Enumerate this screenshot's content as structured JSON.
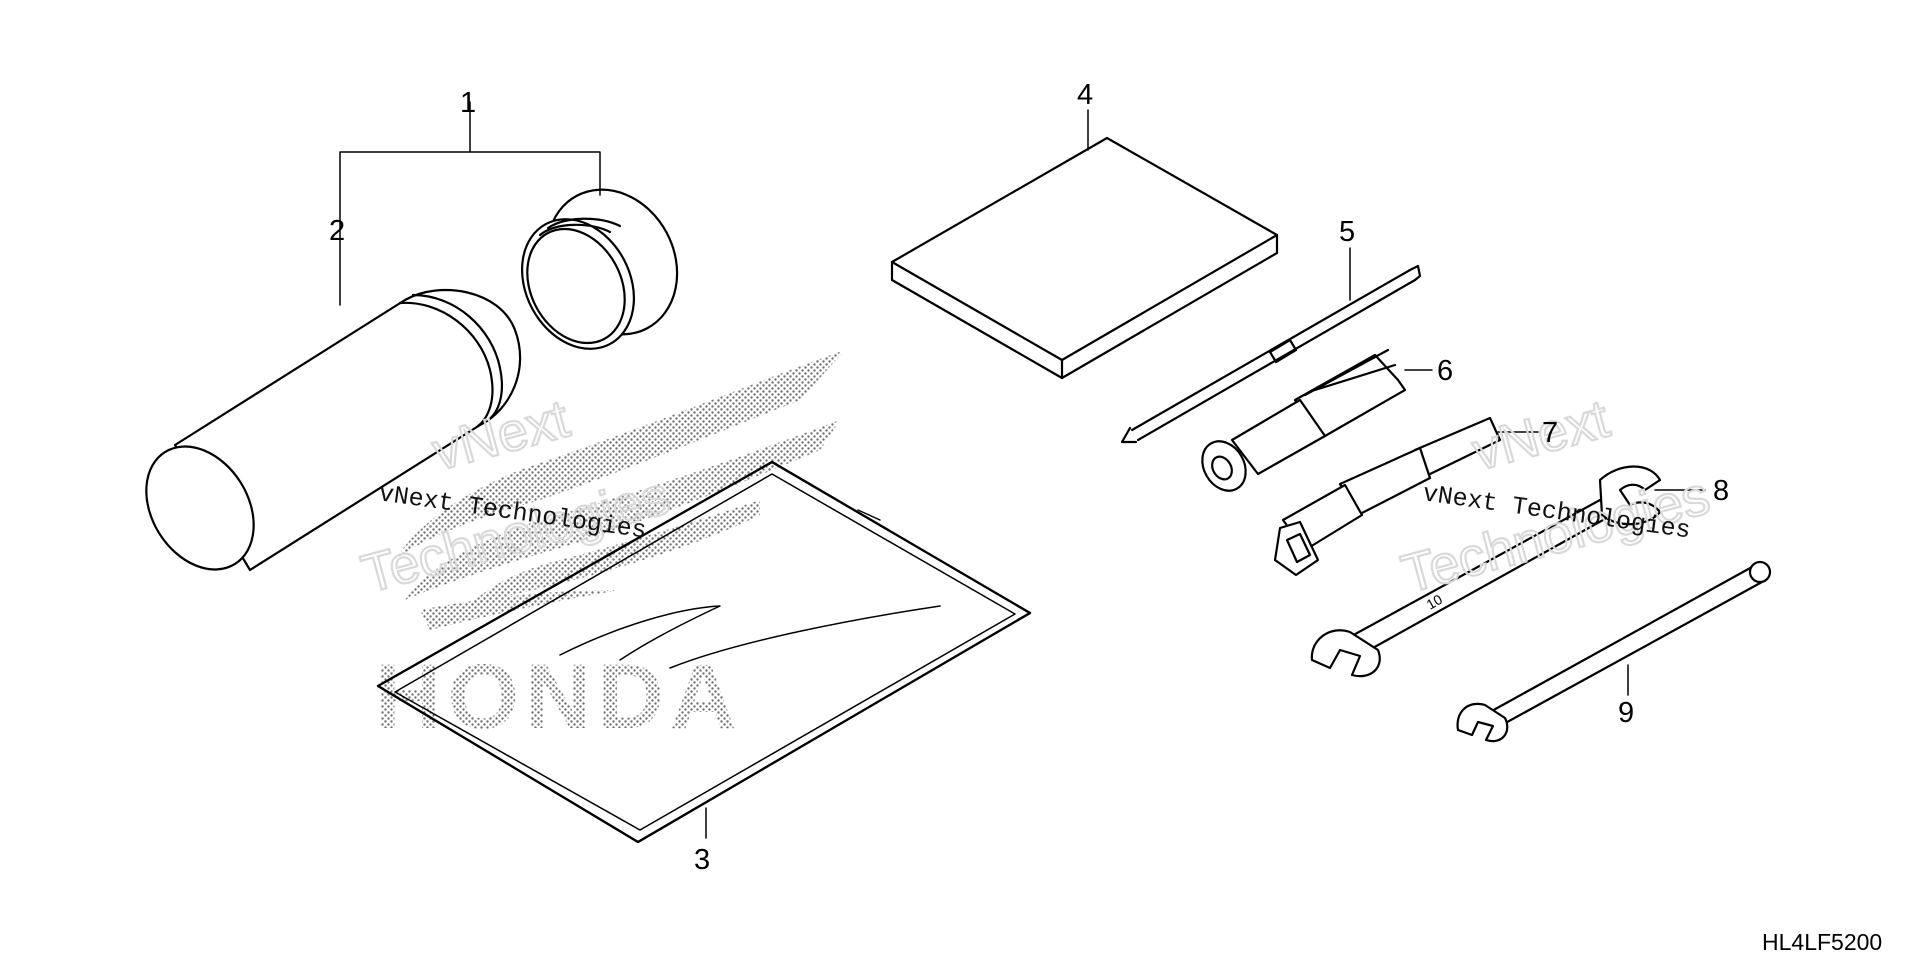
{
  "diagram": {
    "callouts": [
      "1",
      "2",
      "3",
      "4",
      "5",
      "6",
      "7",
      "8",
      "9"
    ],
    "drawing_code": "HL4LF5200",
    "logo_text": "HONDA",
    "watermarks": [
      "vNext",
      "Technologies",
      "vNext Technologies"
    ]
  }
}
